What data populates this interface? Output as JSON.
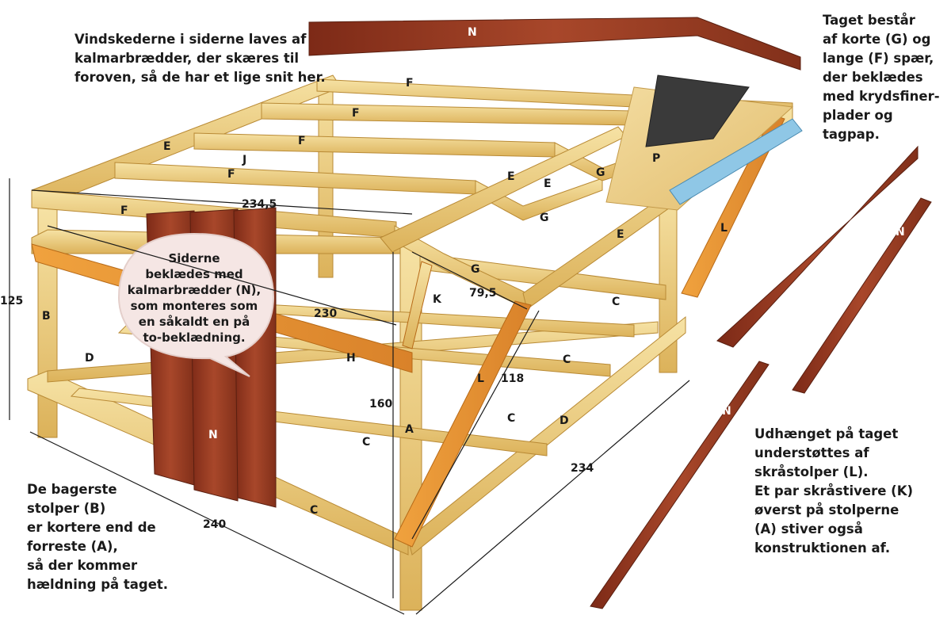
{
  "notes": {
    "top_left": [
      "Vindskederne i siderne laves af",
      "kalmarbrædder, der skæres til",
      "foroven, så de har et lige snit her."
    ],
    "top_right": [
      "Taget består",
      "af korte (G) og",
      "lange (F) spær,",
      "der beklædes",
      "med krydsfiner-",
      "plader og",
      "tagpap."
    ],
    "bubble": [
      "Siderne",
      "beklædes med",
      "kalmarbrædder (N),",
      "som monteres som",
      "en såkaldt en på",
      "to-beklædning."
    ],
    "bottom_left": [
      "De bagerste",
      "stolper (B)",
      "er kortere end de",
      "forreste (A),",
      "så der kommer",
      "hældning på taget."
    ],
    "bottom_right": [
      "Udhænget på taget",
      "understøttes af",
      "skråstolper (L).",
      "Et par skråstivere (K)",
      "øverst på stolperne",
      "(A) stiver også",
      "konstruktionen af."
    ]
  },
  "dimensions": {
    "d234_5": "234,5",
    "d230": "230",
    "d125": "125",
    "d160": "160",
    "d79_5": "79,5",
    "d118": "118",
    "d234": "234",
    "d240": "240"
  },
  "part_labels": {
    "N_top": "N",
    "N_left": "N",
    "N_right_long": "N",
    "N_right_short": "N",
    "N_right_low": "N",
    "F1": "F",
    "F2": "F",
    "F3": "F",
    "F4": "F",
    "F5": "F",
    "E1": "E",
    "E2": "E",
    "E3": "E",
    "E4": "E",
    "G1": "G",
    "G2": "G",
    "G3": "G",
    "J": "J",
    "P": "P",
    "L1": "L",
    "L2": "L",
    "K": "K",
    "B": "B",
    "A": "A",
    "D1": "D",
    "D2": "D",
    "H": "H",
    "C1": "C",
    "C2": "C",
    "C3": "C",
    "C4": "C",
    "C5": "C"
  },
  "colors": {
    "wood_light": "#f0d58a",
    "wood_mid": "#e3b65c",
    "wood_orange": "#e8952e",
    "kalmar_red": "#9a3b22",
    "roofing_dark": "#3a3a3a",
    "flashing_blue": "#8fc7e6",
    "bubble_fill": "#f5e6e4",
    "text": "#1a1a1a"
  }
}
